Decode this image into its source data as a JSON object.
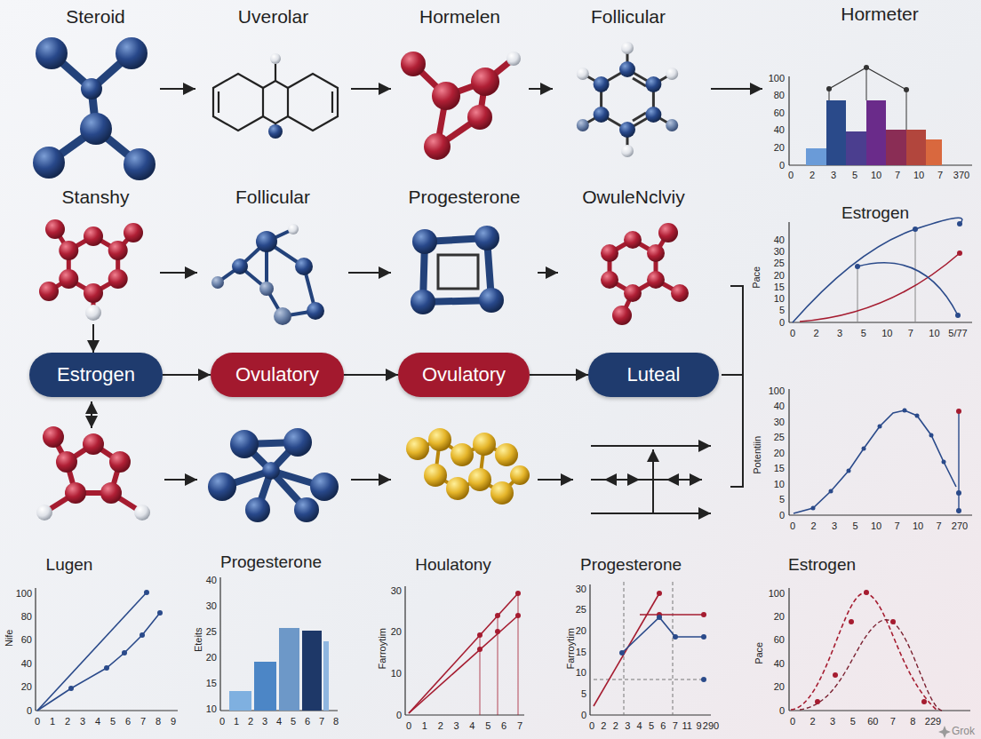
{
  "diagram": {
    "nodes": [
      {
        "text": [
          "Steroid"
        ]
      },
      {
        "text": [
          "Uverolar"
        ]
      },
      {
        "text": [
          "Hormelen"
        ]
      },
      {
        "text": [
          "Follicular"
        ]
      },
      {
        "text": [
          "Stanshy"
        ]
      },
      {
        "text": [
          "Follicular"
        ]
      },
      {
        "text": [
          "Progesterone"
        ]
      },
      {
        "text": [
          "OwuleNclviy"
        ]
      },
      {
        "text": [
          "Estrogen"
        ]
      },
      {
        "text": [
          "Ovulatory"
        ]
      },
      {
        "text": [
          "Ovulatory"
        ]
      },
      {
        "text": [
          "Luteal"
        ]
      }
    ],
    "edges": [
      {
        "from": 0,
        "to": 1,
        "arrow": "to"
      },
      {
        "from": 1,
        "to": 2,
        "arrow": "to"
      },
      {
        "from": 2,
        "to": 3,
        "arrow": "to"
      },
      {
        "from": 4,
        "to": 5,
        "arrow": "to"
      },
      {
        "from": 5,
        "to": 6,
        "arrow": "to"
      },
      {
        "from": 6,
        "to": 7,
        "arrow": "to"
      },
      {
        "from": 4,
        "to": 8,
        "arrow": "to"
      },
      {
        "from": 8,
        "to": 9,
        "arrow": "to"
      },
      {
        "from": 9,
        "to": 10,
        "arrow": "to"
      },
      {
        "from": 10,
        "to": 11,
        "arrow": "to"
      }
    ],
    "labels": [
      "Hormeter",
      "100",
      "80",
      "60",
      "40",
      "20",
      "0",
      "0",
      "2",
      "3",
      "5",
      "10",
      "7",
      "10",
      "7",
      "370",
      "Estrogen",
      "Pace",
      "40",
      "30",
      "25",
      "20",
      "15",
      "10",
      "5",
      "0",
      "0",
      "2",
      "3",
      "5",
      "10",
      "7",
      "10",
      "5/77",
      "Potentiin",
      "100",
      "40",
      "30",
      "25",
      "20",
      "15",
      "10",
      "5",
      "0",
      "0",
      "2",
      "3",
      "5",
      "10",
      "7",
      "10",
      "7",
      "270",
      "Lugen",
      "Nife",
      "100",
      "80",
      "60",
      "40",
      "20",
      "0",
      "0",
      "1",
      "2",
      "3",
      "4",
      "5",
      "6",
      "7",
      "8",
      "9",
      "Progesterone",
      "Eteits",
      "40",
      "30",
      "25",
      "20",
      "15",
      "10",
      "0",
      "1",
      "2",
      "3",
      "4",
      "5",
      "6",
      "7",
      "8",
      "Houlatony",
      "Farroytim",
      "30",
      "20",
      "10",
      "0",
      "0",
      "1",
      "2",
      "3",
      "4",
      "5",
      "6",
      "7",
      "Progesterone",
      "Farroytim",
      "30",
      "25",
      "20",
      "15",
      "10",
      "5",
      "0",
      "0",
      "2",
      "2",
      "3",
      "4",
      "5",
      "6",
      "7",
      "11",
      "9",
      "290",
      "Estrogen",
      "Pace",
      "100",
      "20",
      "60",
      "40",
      "20",
      "0",
      "0",
      "2",
      "3",
      "5",
      "60",
      "7",
      "8",
      "229",
      "Grok"
    ]
  }
}
